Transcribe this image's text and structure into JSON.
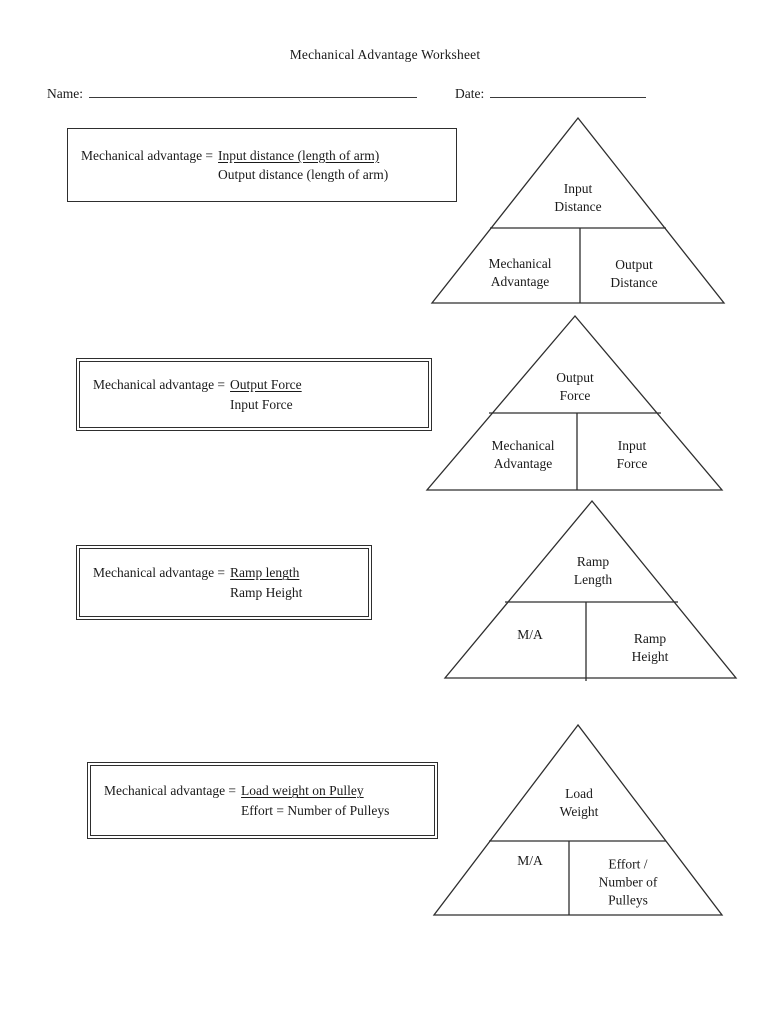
{
  "colors": {
    "ink": "#1a1a1a",
    "line": "#2e2e2e"
  },
  "page": {
    "title": "Mechanical Advantage Worksheet",
    "name_label": "Name:",
    "date_label": "Date:"
  },
  "sections": [
    {
      "formula_prefix": "Mechanical advantage =",
      "numerator": "Input distance (length of arm)",
      "denominator": "Output distance (length of arm)",
      "triangle": {
        "top": "Input\nDistance",
        "bottom_left": "Mechanical\nAdvantage",
        "bottom_right": "Output\nDistance"
      }
    },
    {
      "formula_prefix": "Mechanical advantage =",
      "numerator": "Output Force",
      "denominator": "Input Force",
      "triangle": {
        "top": "Output\nForce",
        "bottom_left": "Mechanical\nAdvantage",
        "bottom_right": "Input\nForce"
      }
    },
    {
      "formula_prefix": "Mechanical advantage =",
      "numerator": "Ramp length",
      "denominator": "Ramp Height",
      "triangle": {
        "top": "Ramp\nLength",
        "bottom_left": "M/A",
        "bottom_right": "Ramp\nHeight"
      }
    },
    {
      "formula_prefix": "Mechanical advantage =",
      "numerator": "Load weight on Pulley",
      "denominator": "Effort = Number of Pulleys",
      "triangle": {
        "top": "Load\nWeight",
        "bottom_left": "M/A",
        "bottom_right": "Effort /\nNumber of\nPulleys"
      }
    }
  ]
}
